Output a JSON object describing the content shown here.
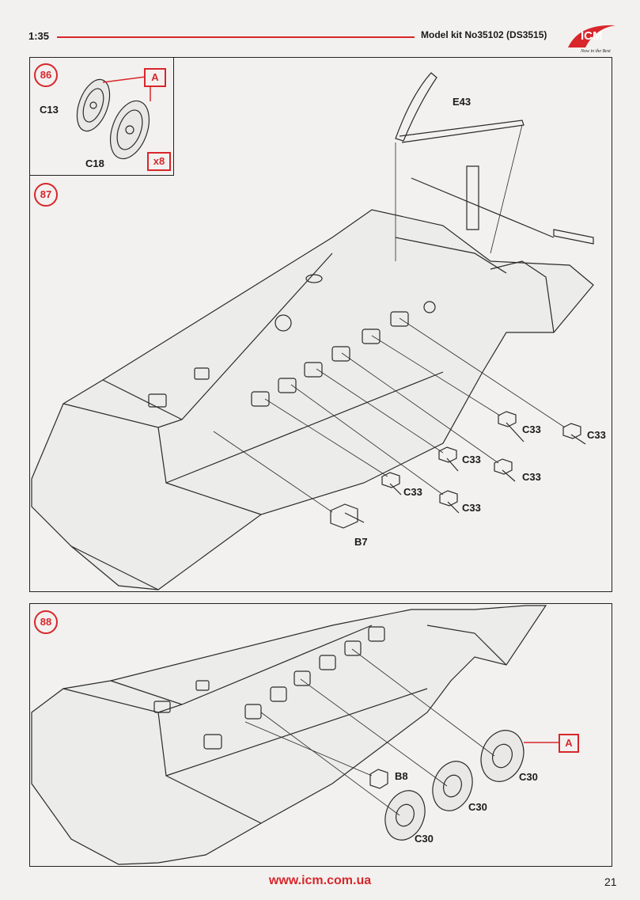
{
  "header": {
    "scale": "1:35",
    "kit": "Model kit No35102 (DS3515)"
  },
  "logo": {
    "brand": "ICM",
    "tagline": "Now in the Best"
  },
  "footer": {
    "url": "www.icm.com.ua",
    "page": "21"
  },
  "colors": {
    "accent": "#d8262b",
    "line": "#222222"
  },
  "steps": [
    {
      "number": "86",
      "subassembly": "A",
      "quantity": "x8",
      "parts": [
        "C13",
        "C18"
      ]
    },
    {
      "number": "87",
      "parts": [
        "E43",
        "C33",
        "C33",
        "C33",
        "C33",
        "C33",
        "C33",
        "B7"
      ]
    },
    {
      "number": "88",
      "subassembly": "A",
      "parts": [
        "B8",
        "C30",
        "C30",
        "C30"
      ]
    }
  ]
}
